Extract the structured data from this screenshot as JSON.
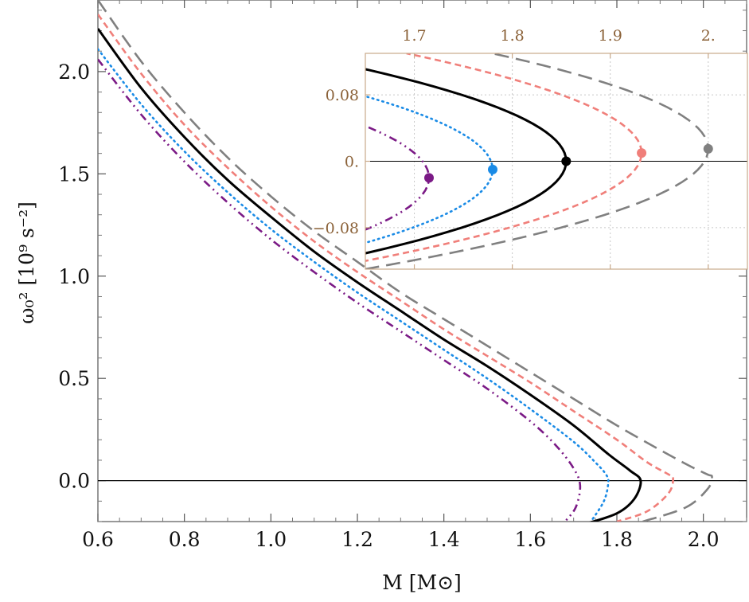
{
  "chart_data": [
    {
      "type": "line",
      "title": "",
      "xlabel": "M [M⊙]",
      "ylabel": "ω₀² [10⁹ s⁻²]",
      "xlim": [
        0.6,
        2.1
      ],
      "ylim": [
        -0.2,
        2.35
      ],
      "xticks": [
        0.6,
        0.8,
        1.0,
        1.2,
        1.4,
        1.6,
        1.8,
        2.0
      ],
      "xtick_labels": [
        "0.6",
        "0.8",
        "1.0",
        "1.2",
        "1.4",
        "1.6",
        "1.8",
        "2.0"
      ],
      "yticks": [
        0.0,
        0.5,
        1.0,
        1.5,
        2.0
      ],
      "ytick_labels": [
        "0.0",
        "0.5",
        "1.0",
        "1.5",
        "2.0"
      ],
      "reference_line_y": 0.0,
      "grid": false,
      "series": [
        {
          "color": "#7b1a86",
          "style": "dashdot",
          "M_max": 1.715,
          "y_at_Mmax": -0.024,
          "points": [
            [
              0.6,
              2.06
            ],
            [
              0.7,
              1.79
            ],
            [
              0.8,
              1.56
            ],
            [
              0.9,
              1.36
            ],
            [
              1.0,
              1.18
            ],
            [
              1.1,
              1.02
            ],
            [
              1.2,
              0.87
            ],
            [
              1.3,
              0.73
            ],
            [
              1.4,
              0.59
            ],
            [
              1.5,
              0.45
            ],
            [
              1.6,
              0.29
            ],
            [
              1.66,
              0.17
            ],
            [
              1.7,
              0.06
            ],
            [
              1.715,
              -0.024
            ],
            [
              1.705,
              -0.13
            ],
            [
              1.68,
              -0.2
            ]
          ]
        },
        {
          "color": "#1a8be6",
          "style": "dotted",
          "M_max": 1.78,
          "y_at_Mmax": -0.012,
          "points": [
            [
              0.6,
              2.11
            ],
            [
              0.7,
              1.84
            ],
            [
              0.8,
              1.61
            ],
            [
              0.9,
              1.41
            ],
            [
              1.0,
              1.23
            ],
            [
              1.1,
              1.07
            ],
            [
              1.2,
              0.92
            ],
            [
              1.3,
              0.78
            ],
            [
              1.4,
              0.64
            ],
            [
              1.5,
              0.5
            ],
            [
              1.6,
              0.35
            ],
            [
              1.7,
              0.19
            ],
            [
              1.75,
              0.09
            ],
            [
              1.775,
              0.03
            ],
            [
              1.78,
              -0.012
            ],
            [
              1.77,
              -0.1
            ],
            [
              1.74,
              -0.2
            ]
          ]
        },
        {
          "color": "#000000",
          "style": "solid",
          "M_max": 1.855,
          "y_at_Mmax": 0.0,
          "points": [
            [
              0.6,
              2.21
            ],
            [
              0.7,
              1.92
            ],
            [
              0.8,
              1.68
            ],
            [
              0.9,
              1.47
            ],
            [
              1.0,
              1.29
            ],
            [
              1.1,
              1.12
            ],
            [
              1.2,
              0.97
            ],
            [
              1.3,
              0.83
            ],
            [
              1.4,
              0.69
            ],
            [
              1.5,
              0.56
            ],
            [
              1.6,
              0.42
            ],
            [
              1.7,
              0.27
            ],
            [
              1.78,
              0.13
            ],
            [
              1.83,
              0.05
            ],
            [
              1.855,
              0.0
            ],
            [
              1.84,
              -0.09
            ],
            [
              1.8,
              -0.16
            ],
            [
              1.73,
              -0.21
            ]
          ]
        },
        {
          "color": "#f07f7a",
          "style": "dashed-short",
          "M_max": 1.93,
          "y_at_Mmax": 0.012,
          "points": [
            [
              0.6,
              2.28
            ],
            [
              0.7,
              1.99
            ],
            [
              0.8,
              1.74
            ],
            [
              0.9,
              1.53
            ],
            [
              1.0,
              1.34
            ],
            [
              1.1,
              1.17
            ],
            [
              1.2,
              1.02
            ],
            [
              1.3,
              0.88
            ],
            [
              1.4,
              0.74
            ],
            [
              1.5,
              0.61
            ],
            [
              1.6,
              0.48
            ],
            [
              1.7,
              0.34
            ],
            [
              1.8,
              0.2
            ],
            [
              1.87,
              0.09
            ],
            [
              1.92,
              0.03
            ],
            [
              1.93,
              0.012
            ],
            [
              1.92,
              -0.06
            ],
            [
              1.87,
              -0.15
            ],
            [
              1.8,
              -0.2
            ]
          ]
        },
        {
          "color": "#808080",
          "style": "dashed-long",
          "M_max": 2.02,
          "y_at_Mmax": 0.018,
          "points": [
            [
              0.6,
              2.35
            ],
            [
              0.7,
              2.05
            ],
            [
              0.8,
              1.8
            ],
            [
              0.9,
              1.58
            ],
            [
              1.0,
              1.39
            ],
            [
              1.1,
              1.22
            ],
            [
              1.2,
              1.07
            ],
            [
              1.3,
              0.92
            ],
            [
              1.4,
              0.79
            ],
            [
              1.5,
              0.66
            ],
            [
              1.6,
              0.53
            ],
            [
              1.7,
              0.4
            ],
            [
              1.8,
              0.27
            ],
            [
              1.9,
              0.15
            ],
            [
              1.97,
              0.07
            ],
            [
              2.01,
              0.03
            ],
            [
              2.02,
              0.018
            ],
            [
              2.01,
              -0.04
            ],
            [
              1.96,
              -0.13
            ],
            [
              1.86,
              -0.2
            ]
          ]
        }
      ]
    },
    {
      "type": "line",
      "title": "",
      "xlabel": "",
      "ylabel": "",
      "xlim": [
        1.65,
        2.04
      ],
      "ylim": [
        -0.13,
        0.13
      ],
      "xticks": [
        1.7,
        1.8,
        1.9,
        2.0
      ],
      "xtick_labels": [
        "1.7",
        "1.8",
        "1.9",
        "2."
      ],
      "yticks": [
        0.08,
        0.0,
        -0.08
      ],
      "ytick_labels": [
        "0.08",
        "0.",
        "−0.08"
      ],
      "reference_line_y": 0.0,
      "grid": true,
      "series": [
        {
          "color": "#7b1a86",
          "style": "dashdot",
          "M_max": 1.715,
          "y_at_Mmax": -0.02,
          "curvature": 0.03
        },
        {
          "color": "#1a8be6",
          "style": "dotted",
          "M_max": 1.78,
          "y_at_Mmax": -0.01,
          "curvature": 0.03
        },
        {
          "color": "#000000",
          "style": "solid",
          "M_max": 1.855,
          "y_at_Mmax": 0.0,
          "curvature": 0.03
        },
        {
          "color": "#f07f7a",
          "style": "dashed-short",
          "M_max": 1.932,
          "y_at_Mmax": 0.01,
          "curvature": 0.03
        },
        {
          "color": "#808080",
          "style": "dashed-long",
          "M_max": 2.0,
          "y_at_Mmax": 0.015,
          "curvature": 0.03
        }
      ]
    }
  ]
}
